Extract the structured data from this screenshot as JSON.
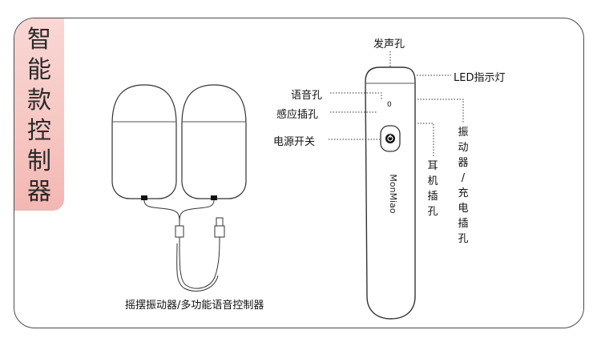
{
  "side_title": [
    "智",
    "能",
    "款",
    "控",
    "制",
    "器"
  ],
  "labels": {
    "sound_hole": "发声孔",
    "led": "LED指示灯",
    "voice_hole": "语音孔",
    "sensor_jack": "感应插孔",
    "power_switch": "电源开关",
    "earphone_jack": [
      "耳",
      "机",
      "插",
      "孔"
    ],
    "vibrator_charge_jack": [
      "振",
      "动",
      "器",
      "/",
      "充",
      "电",
      "插",
      "孔"
    ]
  },
  "device": {
    "brand": "MonMiao",
    "voice_hole_mark": "0"
  },
  "caption": "摇摆振动器/多功能语音控制器"
}
